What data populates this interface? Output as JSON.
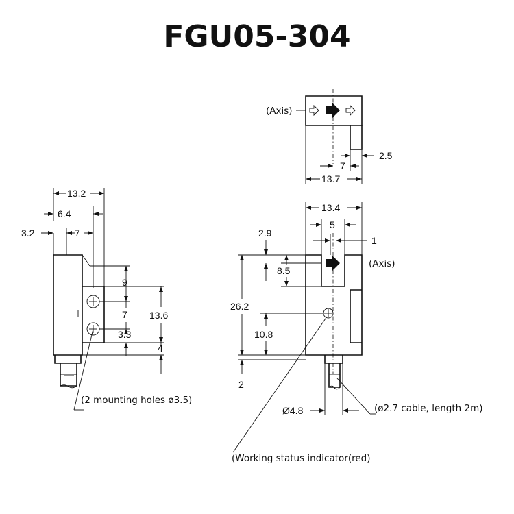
{
  "title": "FGU05-304",
  "top_view": {
    "axis_label": "(Axis)",
    "dim_2_5": "2.5",
    "dim_7": "7",
    "dim_13_7": "13.7"
  },
  "left_view": {
    "dim_13_2": "13.2",
    "dim_6_4": "6.4",
    "dim_3_2": "3.2",
    "dim_7_top": "7",
    "dim_9": "9",
    "dim_7_mid": "7",
    "dim_13_6": "13.6",
    "dim_3_3": "3.3",
    "dim_4": "4",
    "mounting_holes_note": "(2 mounting holes  ø3.5)"
  },
  "front_view": {
    "dim_13_4": "13.4",
    "dim_5": "5",
    "dim_2_9": "2.9",
    "dim_1": "1",
    "axis_label": "(Axis)",
    "dim_8_5": "8.5",
    "dim_26_2": "26.2",
    "dim_10_8": "10.8",
    "dim_2": "2",
    "dim_4_8": "Ø4.8",
    "cable_note": "(ø2.7 cable, length 2m)",
    "indicator_note": "(Working status indicator(red)"
  }
}
